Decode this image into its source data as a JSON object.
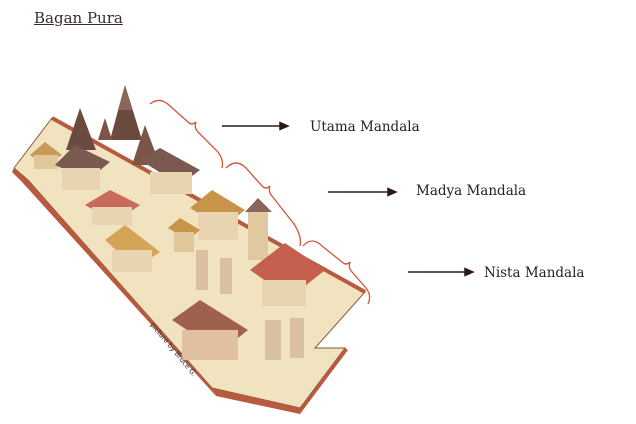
{
  "title": "Bagan Pura",
  "zones": [
    {
      "label": "Utama Mandala"
    },
    {
      "label": "Madya Mandala"
    },
    {
      "label": "Nista Mandala"
    }
  ],
  "illustration": {
    "signature": "picture by Bruce G."
  },
  "colors": {
    "bracket": "#d4553a",
    "arrow": "#2b1a14",
    "text": "#222222"
  }
}
